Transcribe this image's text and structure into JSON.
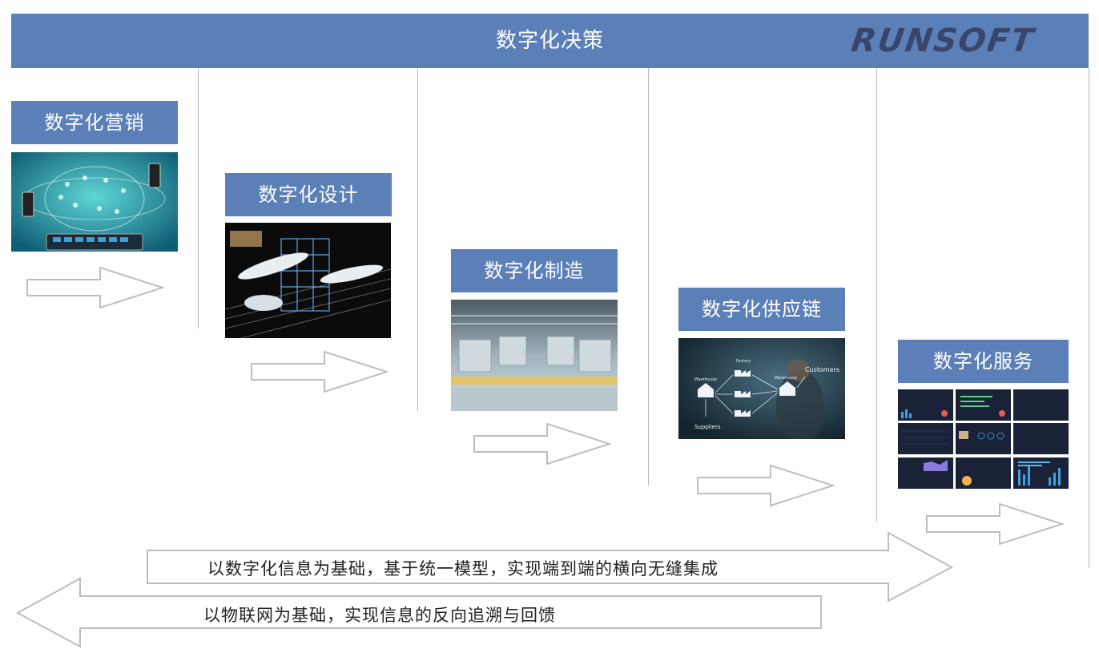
{
  "header": {
    "title": "数字化决策",
    "logo_text": "RUNSOFT",
    "color": "#5b80b8"
  },
  "stages": [
    {
      "label": "数字化营销",
      "image": "global-network-devices-photo"
    },
    {
      "label": "数字化设计",
      "image": "aircraft-assembly-3d-render"
    },
    {
      "label": "数字化制造",
      "image": "factory-production-line-photo"
    },
    {
      "label": "数字化供应链",
      "image": "supply-chain-touchscreen-photo",
      "image_text": {
        "factory": "Factory",
        "warehouse1": "Warehouse",
        "warehouse2": "Warehouse",
        "customers": "Customers",
        "suppliers": "Suppliers"
      }
    },
    {
      "label": "数字化服务",
      "image": "dashboard-grid-screenshots"
    }
  ],
  "banners": {
    "forward": "以数字化信息为基础，基于统一模型，实现端到端的横向无缝集成",
    "backward": "以物联网为基础，实现信息的反向追溯与回馈"
  }
}
